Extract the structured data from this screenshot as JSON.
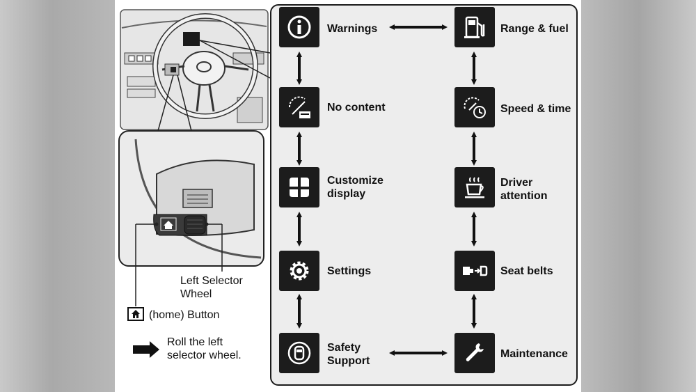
{
  "menu": {
    "left_column": [
      {
        "label": "Warnings",
        "icon": "info-icon"
      },
      {
        "label": "No content",
        "icon": "gauge-card-icon"
      },
      {
        "label": "Customize\ndisplay",
        "icon": "display-layout-icon"
      },
      {
        "label": "Settings",
        "icon": "gear-icon"
      },
      {
        "label": "Safety\nSupport",
        "icon": "safety-car-icon"
      }
    ],
    "right_column": [
      {
        "label": "Range & fuel",
        "icon": "fuel-pump-icon"
      },
      {
        "label": "Speed & time",
        "icon": "speed-clock-icon"
      },
      {
        "label": "Driver\nattention",
        "icon": "coffee-cup-icon"
      },
      {
        "label": "Seat belts",
        "icon": "seat-belt-icon"
      },
      {
        "label": "Maintenance",
        "icon": "wrench-icon"
      }
    ]
  },
  "legend": {
    "selector_wheel": "Left Selector\nWheel",
    "home_button": "(home) Button",
    "roll_instruction": "Roll the left\nselector wheel."
  },
  "colors": {
    "icon_background": "#1c1c1c",
    "menu_background": "#ededed",
    "outline": "#1b1b1b"
  }
}
